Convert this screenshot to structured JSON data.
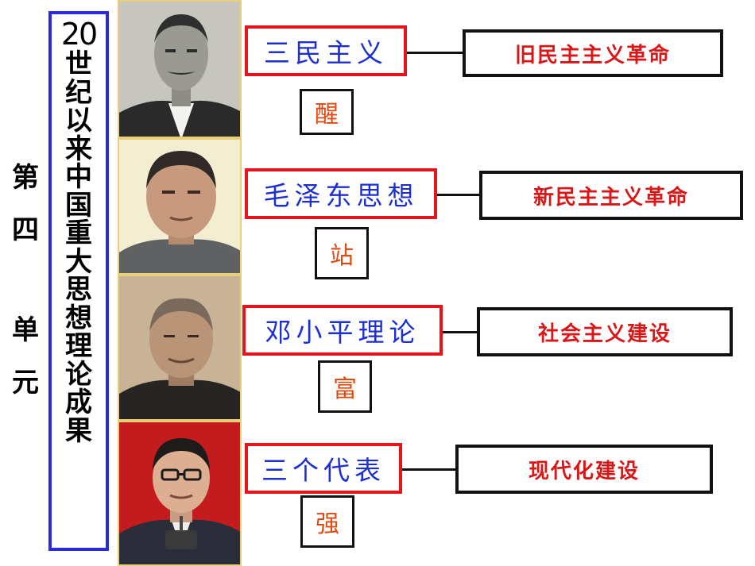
{
  "unit_label": [
    "第",
    "四",
    "单",
    "元"
  ],
  "vertical_title": {
    "number": "20",
    "chars": [
      "世",
      "纪",
      "以",
      "来",
      "中",
      "国",
      "重",
      "大",
      "思",
      "想",
      "理",
      "论",
      "成",
      "果"
    ]
  },
  "rows": [
    {
      "theory": "三民主义",
      "char": "醒",
      "goal": "旧民主主义革命",
      "portrait": "sun-yat-sen-portrait"
    },
    {
      "theory": "毛泽东思想",
      "char": "站",
      "goal": "新民主主义革命",
      "portrait": "mao-zedong-portrait"
    },
    {
      "theory": "邓小平理论",
      "char": "富",
      "goal": "社会主义建设",
      "portrait": "deng-xiaoping-portrait"
    },
    {
      "theory": "三个代表",
      "char": "强",
      "goal": "现代化建设",
      "portrait": "jiang-zemin-portrait"
    }
  ],
  "colors": {
    "title_border": "#2b2bd6",
    "theory_border": "#e8141c",
    "theory_text": "#1c2fd0",
    "char_text": "#e04a10",
    "goal_text": "#d81818"
  }
}
